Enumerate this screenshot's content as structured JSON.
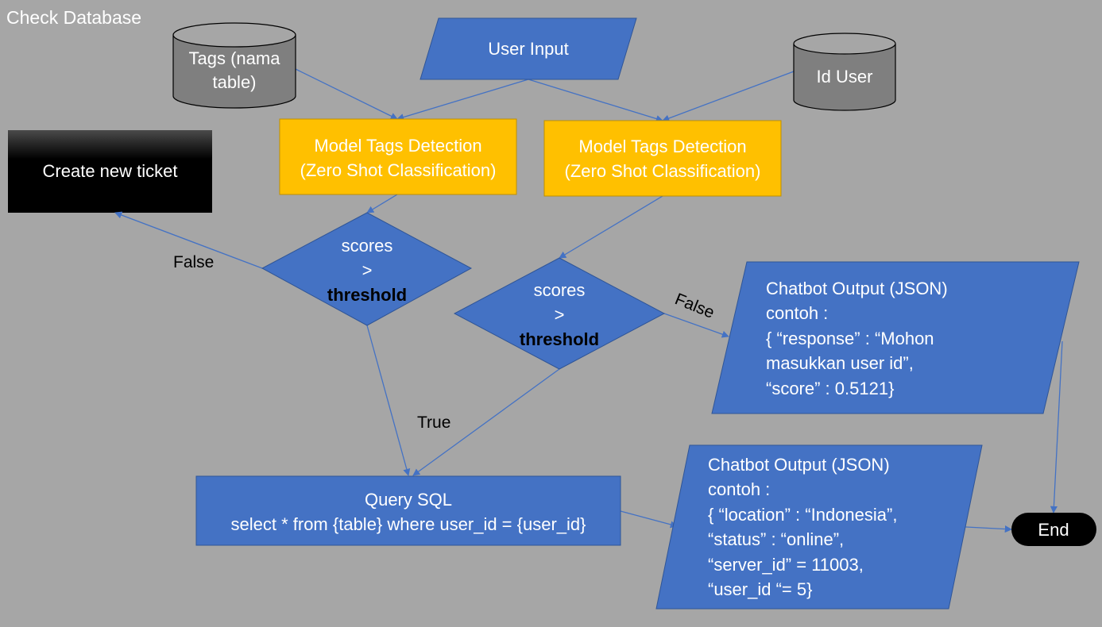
{
  "title": "Check Database",
  "nodes": {
    "tags_db": {
      "lines": [
        "Tags (nama",
        "table)"
      ]
    },
    "user_input": {
      "label": "User Input"
    },
    "id_user_db": {
      "label": "Id User"
    },
    "model_left": {
      "lines": [
        "Model Tags Detection",
        "(Zero Shot Classification)"
      ]
    },
    "model_right": {
      "lines": [
        "Model Tags Detection",
        "(Zero Shot Classification)"
      ]
    },
    "create_ticket": {
      "label": "Create new ticket"
    },
    "decision_left": {
      "lines": [
        "scores",
        ">",
        "threshold"
      ]
    },
    "decision_right": {
      "lines": [
        "scores",
        ">",
        "threshold"
      ]
    },
    "output_top": {
      "lines": [
        "Chatbot Output (JSON)",
        "contoh :",
        "{ “response” : “Mohon",
        "masukkan user id”,",
        "“score” : 0.5121}"
      ]
    },
    "query_sql": {
      "lines": [
        "Query SQL",
        "select * from {table} where user_id = {user_id}"
      ]
    },
    "output_bottom": {
      "lines": [
        "Chatbot Output (JSON)",
        "contoh :",
        "{ “location” : “Indonesia”,",
        "“status” : “online”,",
        "“server_id” = 11003,",
        "“user_id “= 5}"
      ]
    },
    "end": {
      "label": "End"
    }
  },
  "edge_labels": {
    "false_left": "False",
    "false_right": "False",
    "true": "True"
  },
  "colors": {
    "background": "#a6a6a6",
    "process_blue": "#4472c4",
    "model_yellow": "#ffc000",
    "database_gray": "#7f7f7f",
    "connector": "#4472c4"
  }
}
